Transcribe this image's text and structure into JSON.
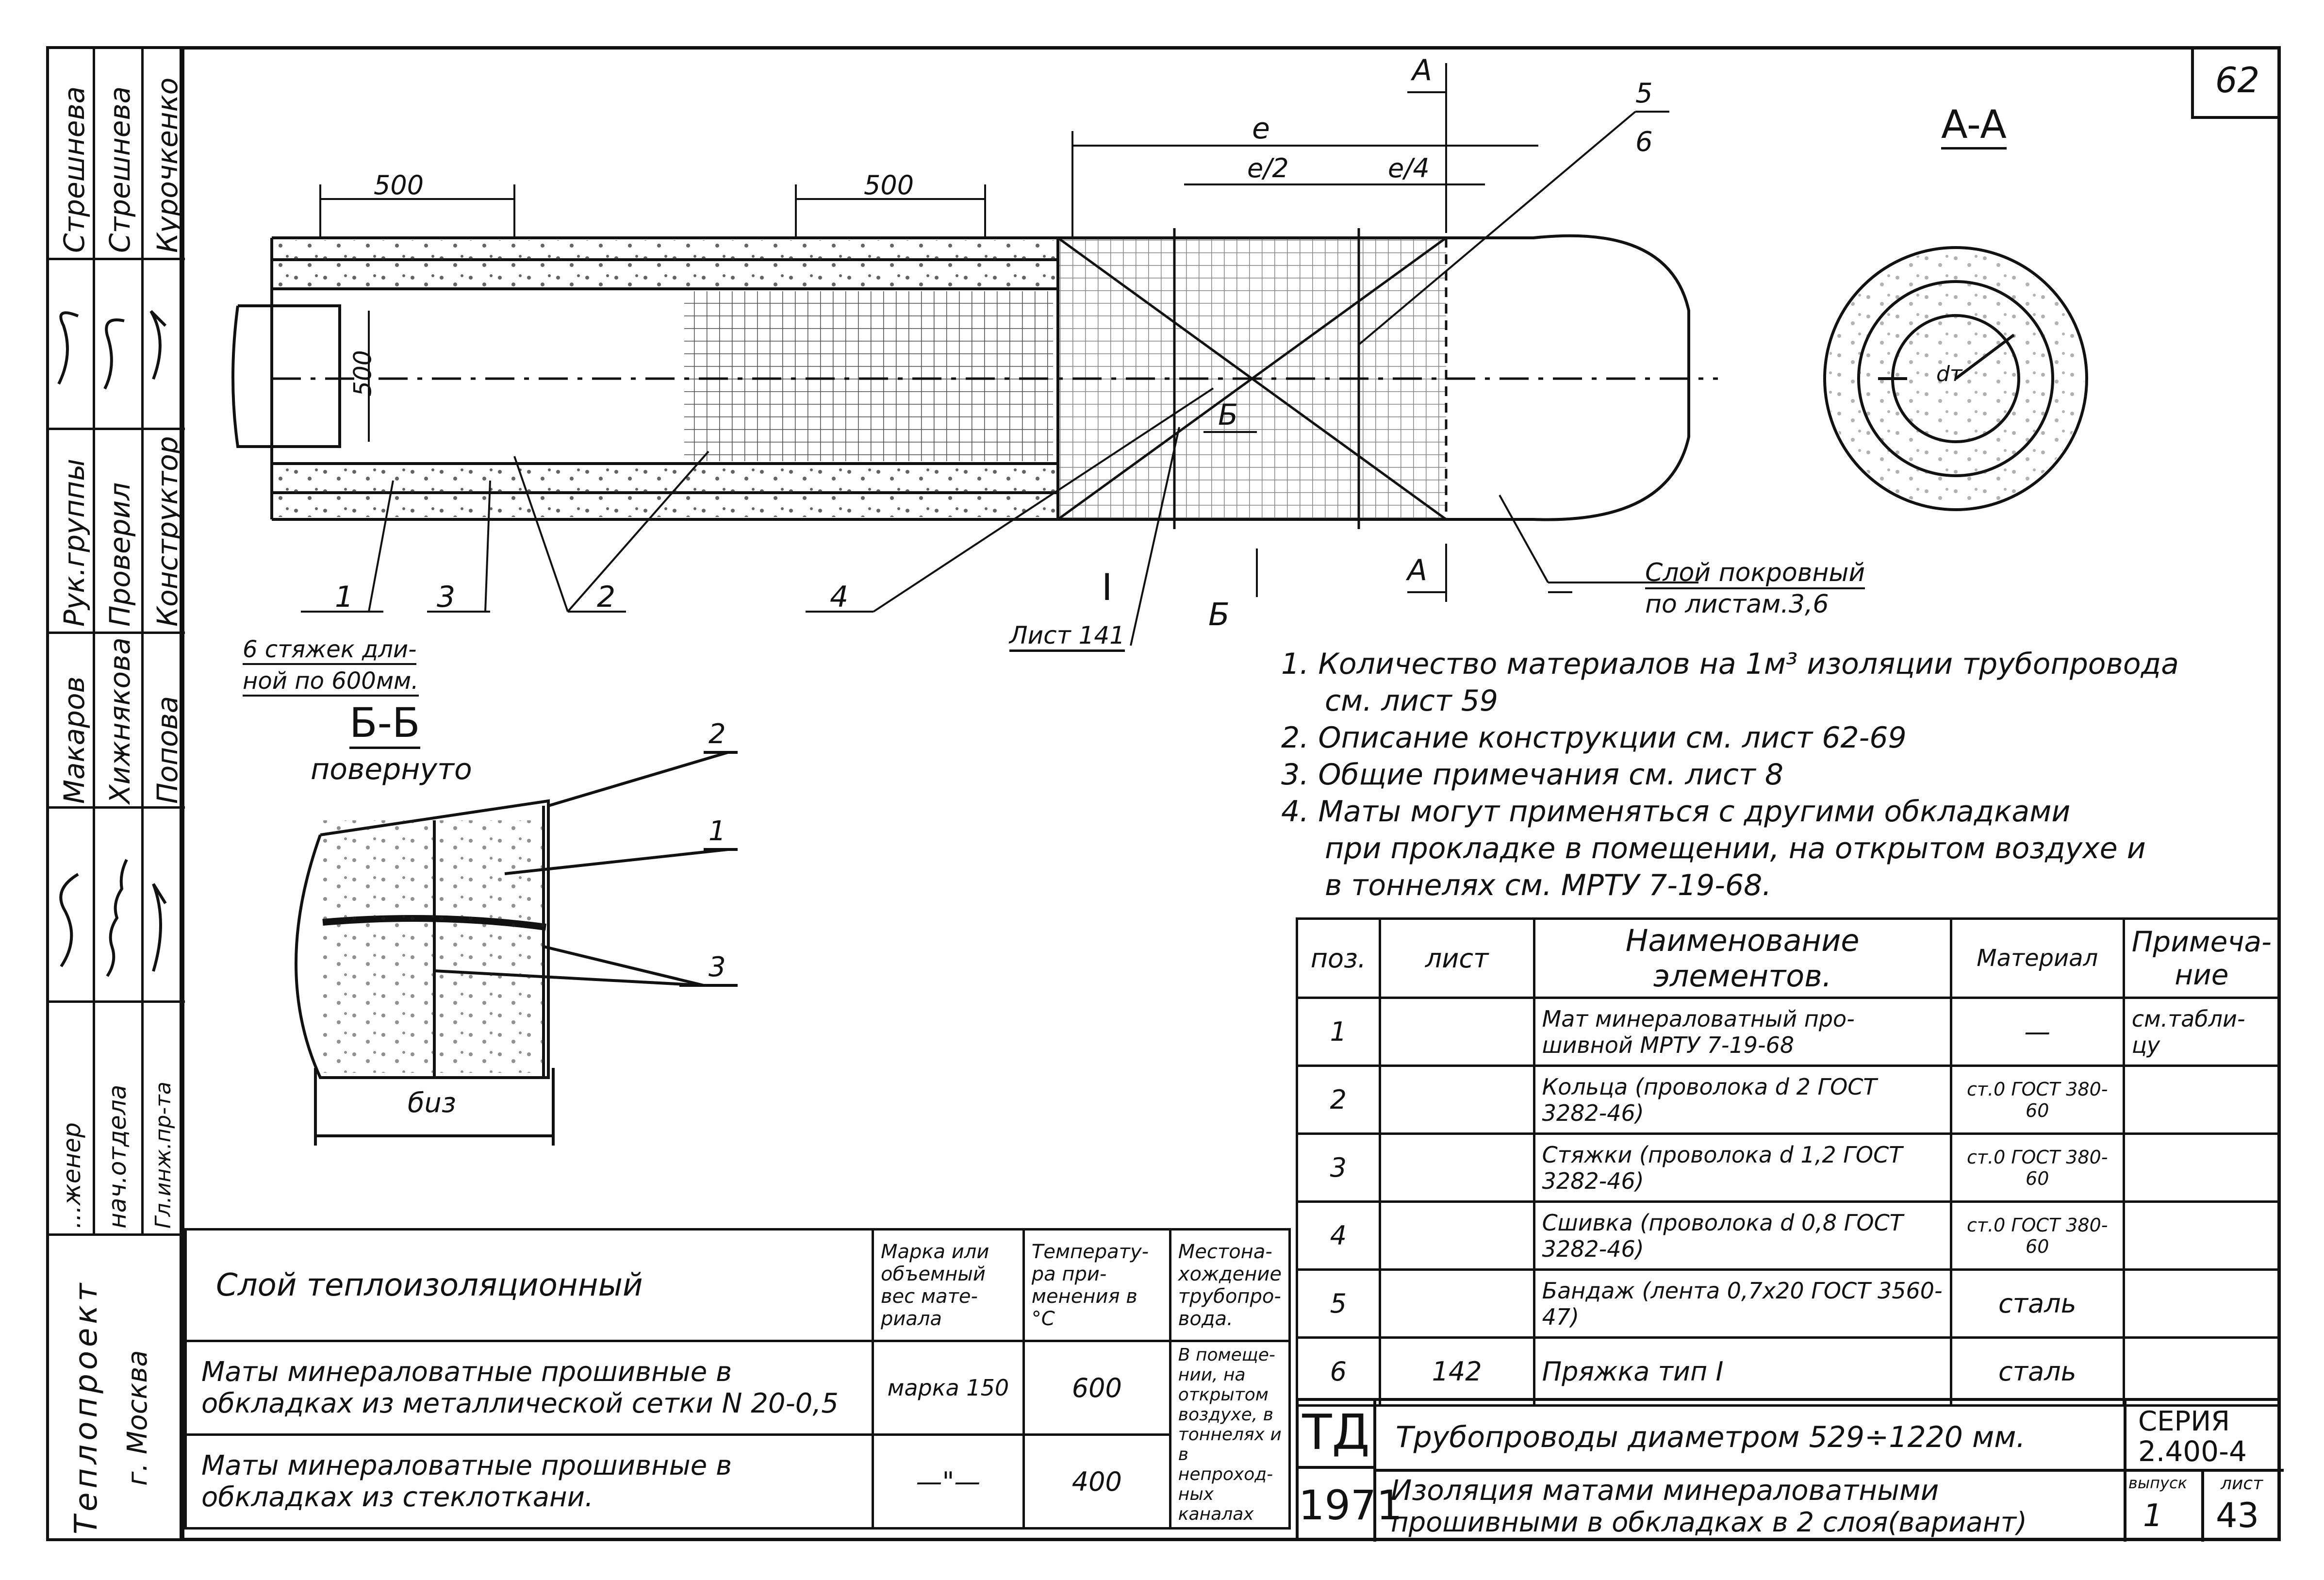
{
  "sheet_number": "62",
  "side_stamp": {
    "columns": [
      {
        "role": "Рук.группы",
        "name": "Стрешнева"
      },
      {
        "role": "Проверил",
        "name": "Стрешнева"
      },
      {
        "role": "Конструктор",
        "name": "Курочкенко"
      },
      {
        "role": "",
        "name": "Макаров"
      },
      {
        "role": "",
        "name": "Хижнякова"
      },
      {
        "role": "",
        "name": "Попова"
      }
    ],
    "bottom_labels": [
      "...женер",
      "нач.отдела",
      "Гл.инж.пр-та"
    ],
    "org": "Теплопроект",
    "city": "г. Москва"
  },
  "main_drawing": {
    "dim_500_a": "500",
    "dim_500_b": "500",
    "dim_500_c": "500",
    "dim_e": "e",
    "dim_e2": "e/2",
    "dim_e4": "e/4",
    "cut_a_top": "A",
    "cut_a_bottom": "A",
    "cut_b_label": "Б",
    "cut_b_label2": "Б",
    "callouts": [
      "1",
      "3",
      "2",
      "4"
    ],
    "callout_5": "5",
    "callout_6": "6",
    "ref_I": "I",
    "ref_I_sheet": "Лист 141",
    "ties_note_1": "6 стяжек дли-",
    "ties_note_2": "ной по 600мм.",
    "cover_note_1": "Слой покровный",
    "cover_note_2": "по листам.3,6"
  },
  "section_aa": {
    "title": "A-A",
    "dim": "dт"
  },
  "section_bb": {
    "title": "Б-Б",
    "subtitle": "повернуто",
    "callouts": [
      "2",
      "1",
      "3"
    ],
    "dim": "бuз"
  },
  "notes": [
    "1. Количество материалов на 1м³ изоляции трубопровода",
    "см. лист 59",
    "2. Описание конструкции см. лист 62-69",
    "3. Общие примечания см. лист 8",
    "4. Маты могут применяться с другими обкладками",
    "при прокладке в помещении, на открытом воздухе и",
    "в тоннелях см. МРТУ 7-19-68."
  ],
  "spec_table": {
    "headers": [
      "поз.",
      "лист",
      "Наименование элементов.",
      "Материал",
      "Примеча-ние"
    ],
    "rows": [
      {
        "pos": "1",
        "sheet": "",
        "name": "Мат минераловатный про-шивной МРТУ 7-19-68",
        "material": "—",
        "note": "см.табли-цу"
      },
      {
        "pos": "2",
        "sheet": "",
        "name": "Кольца (проволока d 2 ГОСТ 3282-46)",
        "material": "ст.0 ГОСТ 380-60",
        "note": ""
      },
      {
        "pos": "3",
        "sheet": "",
        "name": "Стяжки (проволока d 1,2 ГОСТ 3282-46)",
        "material": "ст.0 ГОСТ 380-60",
        "note": ""
      },
      {
        "pos": "4",
        "sheet": "",
        "name": "Сшивка (проволока d 0,8 ГОСТ 3282-46)",
        "material": "ст.0 ГОСТ 380-60",
        "note": ""
      },
      {
        "pos": "5",
        "sheet": "",
        "name": "Бандаж (лента 0,7х20 ГОСТ 3560-47)",
        "material": "сталь",
        "note": ""
      },
      {
        "pos": "6",
        "sheet": "142",
        "name": "Пряжка тип I",
        "material": "сталь",
        "note": ""
      }
    ]
  },
  "layer_table": {
    "headers": [
      "Слой теплоизоляционный",
      "Марка или объемный вес мате-риала",
      "Температу-ра при-менения в °С",
      "Местона-хождение трубопро-вода."
    ],
    "rows": [
      {
        "layer": "Маты минераловатные прошивные в обкладках из металлической сетки N 20-0,5",
        "grade": "марка 150",
        "temp": "600"
      },
      {
        "layer": "Маты минераловатные прошивные в обкладках из стеклоткани.",
        "grade": "—\"—",
        "temp": "400"
      }
    ],
    "location": "В помеще-нии, на открытом воздухе, в тоннелях и в непроход-ных каналах"
  },
  "title_block": {
    "stamp": "ТД",
    "year": "1971",
    "line1": "Трубопроводы диаметром 529÷1220 мм.",
    "line2": "Изоляция матами минераловатными",
    "line3": "прошивными в обкладках в 2 слоя(вариант)",
    "series_label": "СЕРИЯ",
    "series": "2.400-4",
    "issue_label": "выпуск",
    "issue": "1",
    "sheet_label": "лист",
    "sheet": "43"
  }
}
